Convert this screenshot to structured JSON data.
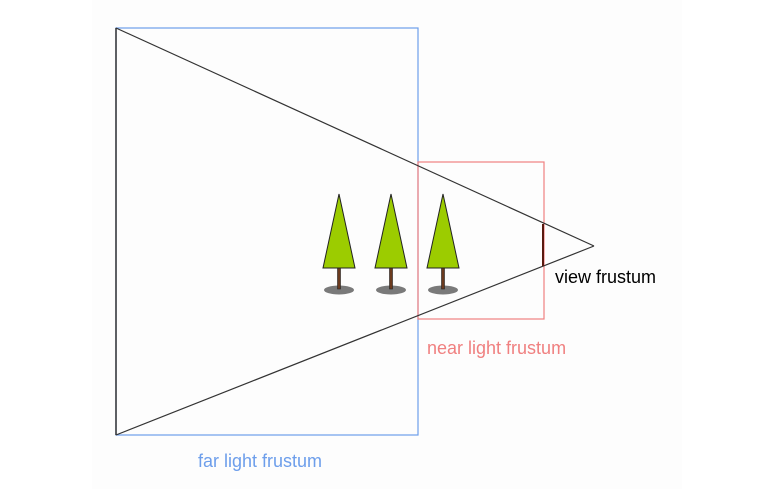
{
  "labels": {
    "view_frustum": "view frustum",
    "near_light_frustum": "near light frustum",
    "far_light_frustum": "far light frustum"
  },
  "colors": {
    "background": "#fdfdfd",
    "view_frustum_line": "#333333",
    "near_frustum": "#f08080",
    "far_frustum": "#6d9eeb",
    "tree_foliage": "#9ccc00",
    "tree_trunk": "#6b3a1e",
    "tree_shadow": "#7a7a7a",
    "near_plane": "#5a1a10"
  },
  "icons": {
    "tree": "tree-icon"
  }
}
